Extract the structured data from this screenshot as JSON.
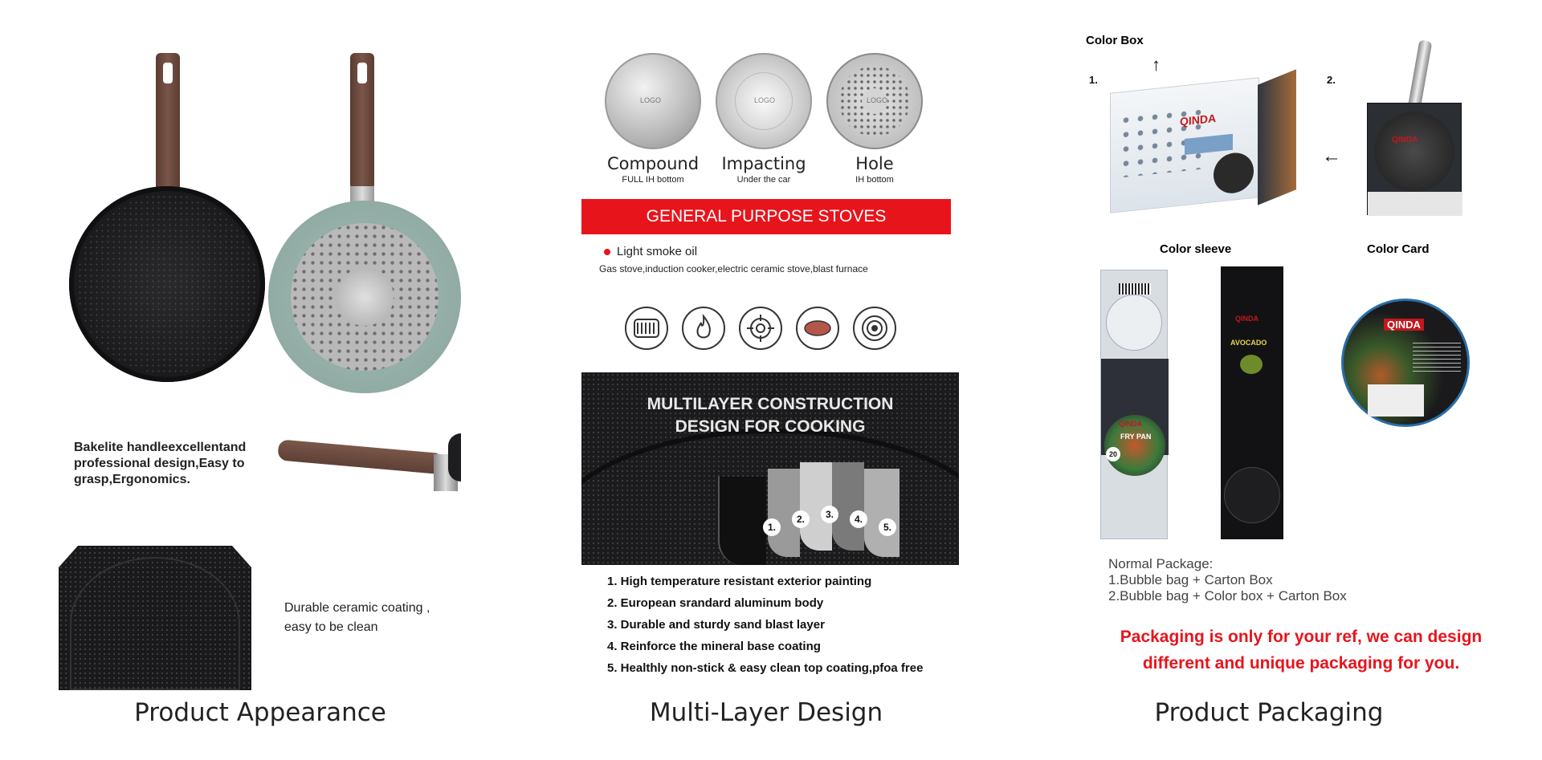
{
  "appearance": {
    "handle_text": "Bakelite handleexcellentand professional design,Easy to grasp,Ergonomics.",
    "coating_text": "Durable ceramic coating , easy to be clean",
    "caption": "Product Appearance"
  },
  "multilayer": {
    "bottoms": [
      {
        "title": "Compound",
        "subtitle": "FULL IH bottom"
      },
      {
        "title": "Impacting",
        "subtitle": "Under the car"
      },
      {
        "title": "Hole",
        "subtitle": "IH bottom"
      }
    ],
    "logo_text": "LOGO",
    "banner": "GENERAL PURPOSE STOVES",
    "oil_label": "Light smoke oil",
    "stoves_text": "Gas stove,induction cooker,electric ceramic stove,blast furnace",
    "construction_title_line1": "MULTILAYER CONSTRUCTION",
    "construction_title_line2": "DESIGN FOR COOKING",
    "layer_numbers": [
      "1.",
      "2.",
      "3.",
      "4.",
      "5."
    ],
    "layers": [
      "1. High temperature resistant exterior painting",
      "2. European srandard aluminum body",
      "3. Durable and sturdy sand blast layer",
      "4. Reinforce the mineral base coating",
      "5. Healthly non-stick & easy clean top coating,pfoa free"
    ],
    "caption": "Multi-Layer Design"
  },
  "packaging": {
    "color_box_label": "Color Box",
    "num1": "1.",
    "num2": "2.",
    "color_sleeve_label": "Color sleeve",
    "color_card_label": "Color Card",
    "brand": "QINDA",
    "sleeve_fry_pan": "FRY PAN",
    "sleeve_size": "20",
    "sleeve_avocado": "AVOCADO",
    "normal_package_title": "Normal Package:",
    "normal_package_1": "1.Bubble bag + Carton Box",
    "normal_package_2": "2.Bubble bag + Color box + Carton Box",
    "disclaimer_line1": "Packaging is only for your ref, we can design",
    "disclaimer_line2": "different and unique packaging for you.",
    "caption": "Product Packaging"
  },
  "colors": {
    "accent_red": "#e8141c",
    "handle_brown": "#6b4a3e",
    "pan_black": "#1c1c1e",
    "pan_mint": "#8fa9a4"
  }
}
